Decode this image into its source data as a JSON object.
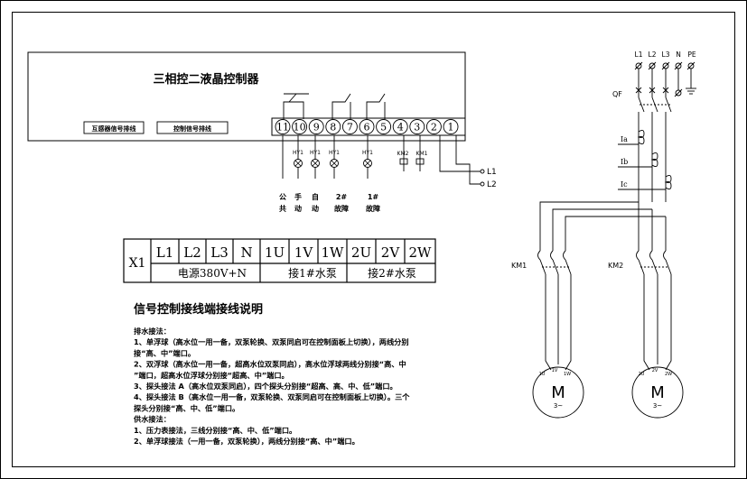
{
  "controller": {
    "title": "三相控二液晶控制器",
    "left_label_1": "互感器信号排线",
    "left_label_2": "控制信号排线",
    "terminals": [
      "11",
      "10",
      "9",
      "8",
      "7",
      "6",
      "5",
      "4",
      "3",
      "2",
      "1"
    ],
    "lamps": [
      "HY1",
      "HY1",
      "HY1",
      "HY1"
    ],
    "contactors": [
      "KM2",
      "KM1"
    ],
    "line_inputs": [
      "L1",
      "L2"
    ],
    "lamp_labels": [
      {
        "line1": "公",
        "line2": "共"
      },
      {
        "line1": "手",
        "line2": "动"
      },
      {
        "line1": "自",
        "line2": "动"
      },
      {
        "line1": "2#",
        "line2": "故障"
      },
      {
        "line1": "1#",
        "line2": "故障"
      }
    ]
  },
  "terminal_table": {
    "block_name": "X1",
    "headers": [
      "L1",
      "L2",
      "L3",
      "N",
      "1U",
      "1V",
      "1W",
      "2U",
      "2V",
      "2W"
    ],
    "group_power": "电源380V+N",
    "group_pump1": "接1#水泵",
    "group_pump2": "接2#水泵"
  },
  "instructions": {
    "title": "信号控制接线端接线说明",
    "lines": [
      "排水接法：",
      "1、单浮球（高水位一用一备，双泵轮换、双泵同启可在控制面板上切换），两线分别",
      "接“高、中”端口。",
      "2、双浮球（高水位一用一备，超高水位双泵同启），高水位浮球两线分别接“高、中",
      "”端口，超高水位浮球分别接“超高、中”端口。",
      "3、探头接法 A（高水位双泵同启），四个探头分别接“超高、高、中、低”端口。",
      "4、探头接法 B（高水位一用一备，双泵轮换、双泵同启可在控制面板上切换）。三个",
      "探头分别接“高、中、低”端口。",
      "供水接法：",
      "1、压力表接法，三线分别接“高、中、低”端口。",
      "2、单浮球接法（一用一备，双泵轮换），两线分别接“高、中”端口。"
    ]
  },
  "power_circuit": {
    "supply_labels": [
      "L1",
      "L2",
      "L3",
      "N",
      "PE"
    ],
    "breaker": "QF",
    "ct_labels": [
      "Ia",
      "Ib",
      "Ic"
    ],
    "contactor_1": "KM1",
    "contactor_2": "KM2",
    "motor_1": {
      "symbol": "M",
      "phase": "3~",
      "terminals": [
        "1U",
        "1V",
        "1W"
      ]
    },
    "motor_2": {
      "symbol": "M",
      "phase": "3~",
      "terminals": [
        "2U",
        "2V",
        "2W"
      ]
    }
  }
}
